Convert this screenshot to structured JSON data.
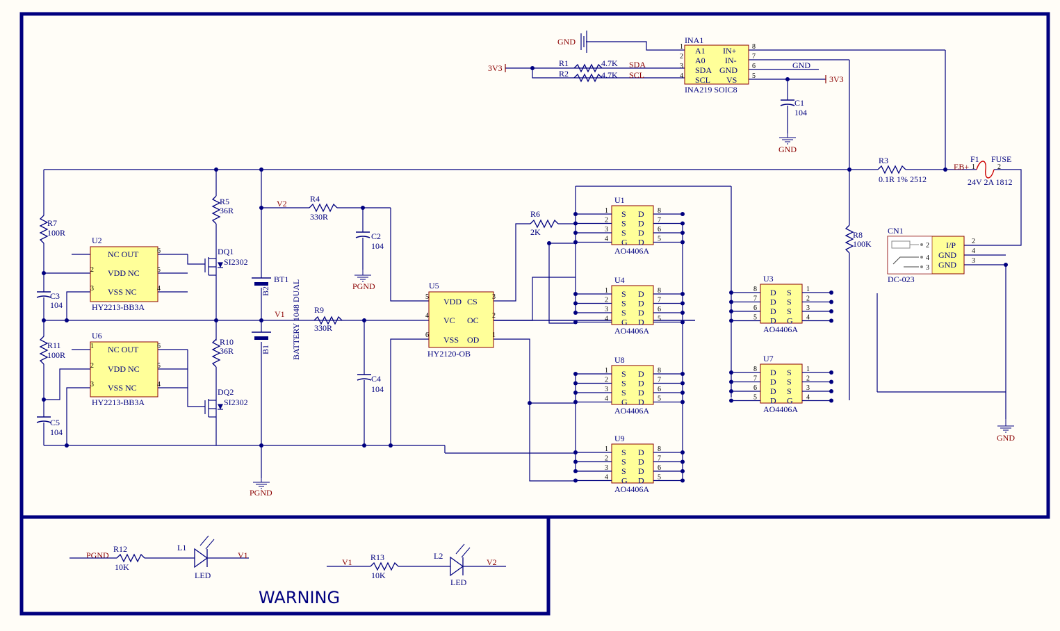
{
  "colors": {
    "frame": "#00007f",
    "wire": "#00007f",
    "chip_fill": "#ffff99",
    "chip_border": "#8b0000",
    "net_label": "#8b0000",
    "background": "#fffdf7"
  },
  "warning": "WARNING",
  "ina1": {
    "ref": "INA1",
    "part": "INA219 SOIC8",
    "pins_left": [
      "A1",
      "A0",
      "SDA",
      "SCL"
    ],
    "pins_right": [
      "IN+",
      "IN-",
      "GND",
      "VS"
    ],
    "nums_left": [
      "1",
      "2",
      "3",
      "4"
    ],
    "nums_right": [
      "8",
      "7",
      "6",
      "5"
    ]
  },
  "r1": {
    "ref": "R1",
    "value": "4.7K"
  },
  "r2": {
    "ref": "R2",
    "value": "4.7K"
  },
  "c1": {
    "ref": "C1",
    "value": "104"
  },
  "r3": {
    "ref": "R3",
    "value": "0.1R 1% 2512"
  },
  "f1": {
    "ref": "F1",
    "type": "FUSE",
    "value": "24V 2A 1812",
    "pin1": "1",
    "pin2": "2"
  },
  "r8": {
    "ref": "R8",
    "value": "100K"
  },
  "cn1": {
    "ref": "CN1",
    "part": "DC-023",
    "pins": [
      "I/P",
      "GND",
      "GND"
    ],
    "nums": [
      "2",
      "4",
      "3"
    ]
  },
  "r7": {
    "ref": "R7",
    "value": "100R"
  },
  "r11": {
    "ref": "R11",
    "value": "100R"
  },
  "c3": {
    "ref": "C3",
    "value": "104"
  },
  "c5": {
    "ref": "C5",
    "value": "104"
  },
  "u2": {
    "ref": "U2",
    "part": "HY2213-BB3A",
    "rows": [
      "NC OUT",
      "VDD NC",
      "VSS NC"
    ],
    "nums_left": [
      "",
      "2",
      "3"
    ],
    "nums_right": [
      "6",
      "5",
      "4"
    ]
  },
  "u6": {
    "ref": "U6",
    "part": "HY2213-BB3A",
    "rows": [
      "NC OUT",
      "VDD NC",
      "VSS NC"
    ],
    "nums_left": [
      "1",
      "2",
      "3"
    ],
    "nums_right": [
      "6",
      "5",
      "4"
    ]
  },
  "r5": {
    "ref": "R5",
    "value": "36R"
  },
  "r10": {
    "ref": "R10",
    "value": "36R"
  },
  "dq1": {
    "ref": "DQ1",
    "part": "SI2302"
  },
  "dq2": {
    "ref": "DQ2",
    "part": "SI2302"
  },
  "bt1": {
    "ref": "BT1",
    "part": "BATTERY 1048 DUAL",
    "b2": "B2",
    "b1": "B1"
  },
  "r4": {
    "ref": "R4",
    "value": "330R"
  },
  "r9": {
    "ref": "R9",
    "value": "330R"
  },
  "c2": {
    "ref": "C2",
    "value": "104"
  },
  "c4": {
    "ref": "C4",
    "value": "104"
  },
  "u5": {
    "ref": "U5",
    "part": "HY2120-OB",
    "rows": [
      [
        "VDD",
        "CS"
      ],
      [
        "VC",
        "OC"
      ],
      [
        "VSS",
        "OD"
      ]
    ],
    "nums_left": [
      "5",
      "4",
      "6"
    ],
    "nums_right": [
      "3",
      "2",
      "1"
    ]
  },
  "r6": {
    "ref": "R6",
    "value": "2K"
  },
  "mosfets": [
    {
      "ref": "U1",
      "part": "AO4406A"
    },
    {
      "ref": "U4",
      "part": "AO4406A"
    },
    {
      "ref": "U8",
      "part": "AO4406A"
    },
    {
      "ref": "U9",
      "part": "AO4406A"
    },
    {
      "ref": "U3",
      "part": "AO4406A"
    },
    {
      "ref": "U7",
      "part": "AO4406A"
    }
  ],
  "r12": {
    "ref": "R12",
    "value": "10K"
  },
  "r13": {
    "ref": "R13",
    "value": "10K"
  },
  "l1": {
    "ref": "L1",
    "part": "LED"
  },
  "l2": {
    "ref": "L2",
    "part": "LED"
  },
  "nets": {
    "gnd": "GND",
    "v3": "3V3",
    "sda": "SDA",
    "scl": "SCL",
    "pgnd": "PGND",
    "v1": "V1",
    "v2": "V2",
    "eb": "EB+"
  }
}
